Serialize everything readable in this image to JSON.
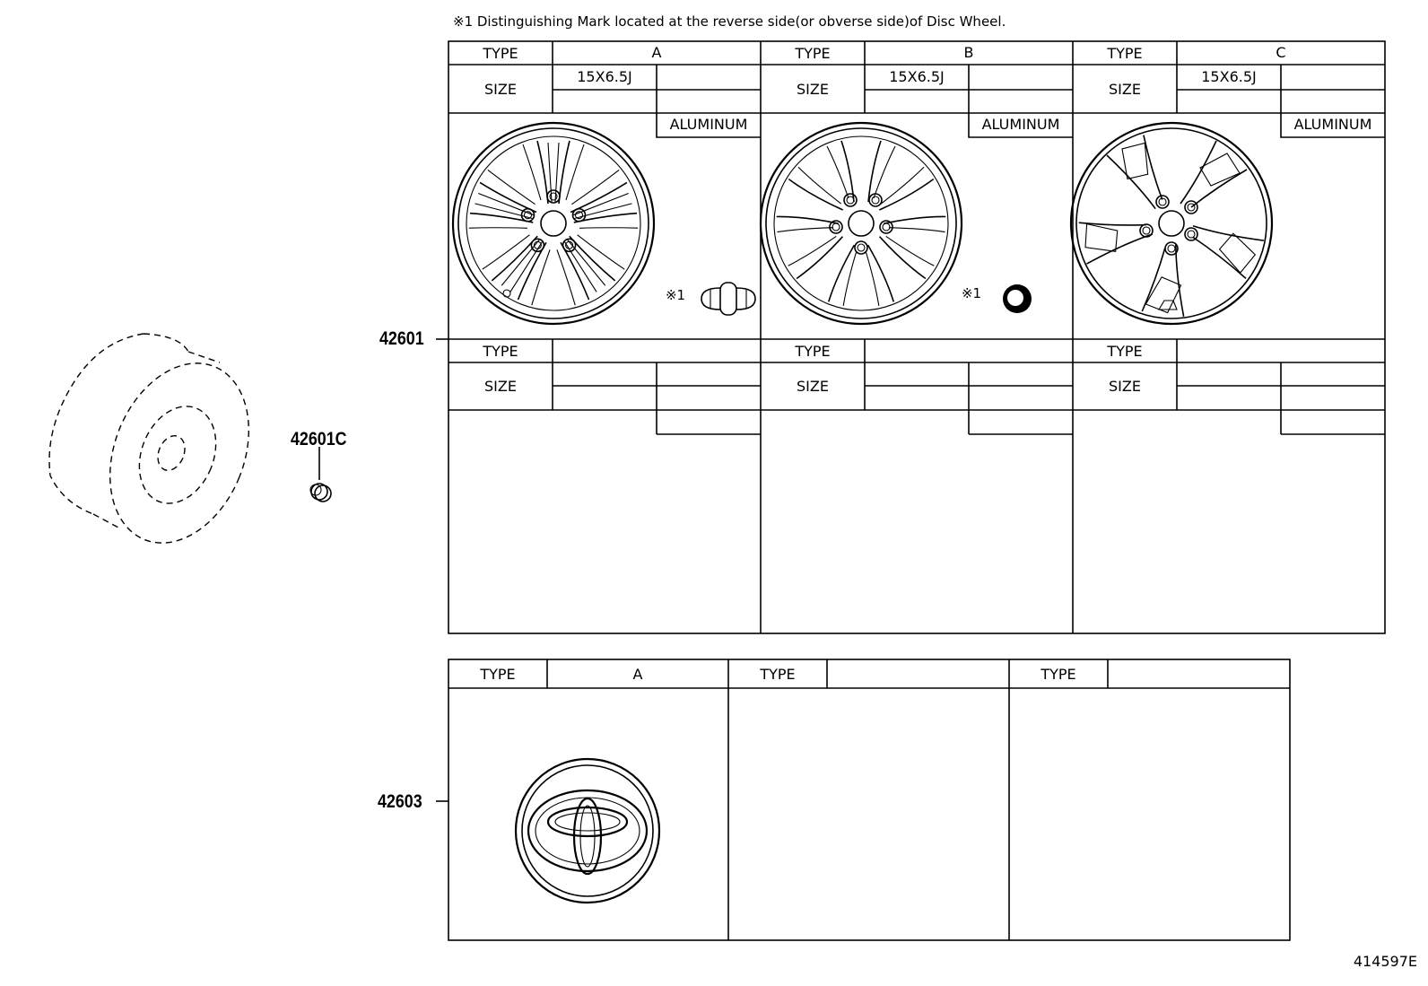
{
  "note": "※1 Distinguishing Mark located at the reverse side(or obverse side)of Disc Wheel.",
  "callouts": {
    "disc_wheel": "42601",
    "valve": "42601C",
    "ornament": "42603"
  },
  "wheel_table": {
    "columns": [
      {
        "type_label": "TYPE",
        "type_value": "A",
        "size_label": "SIZE",
        "size_value": "15X6.5J",
        "material": "ALUMINUM",
        "mark": "※1"
      },
      {
        "type_label": "TYPE",
        "type_value": "B",
        "size_label": "SIZE",
        "size_value": "15X6.5J",
        "material": "ALUMINUM",
        "mark": "※1"
      },
      {
        "type_label": "TYPE",
        "type_value": "C",
        "size_label": "SIZE",
        "size_value": "15X6.5J",
        "material": "ALUMINUM",
        "mark": ""
      }
    ],
    "empty_rows": [
      {
        "type_label": "TYPE",
        "size_label": "SIZE"
      },
      {
        "type_label": "TYPE",
        "size_label": "SIZE"
      },
      {
        "type_label": "TYPE",
        "size_label": "SIZE"
      }
    ]
  },
  "ornament_table": {
    "columns": [
      {
        "type_label": "TYPE",
        "type_value": "A"
      },
      {
        "type_label": "TYPE",
        "type_value": ""
      },
      {
        "type_label": "TYPE",
        "type_value": ""
      }
    ]
  },
  "figure_number": "414597E"
}
